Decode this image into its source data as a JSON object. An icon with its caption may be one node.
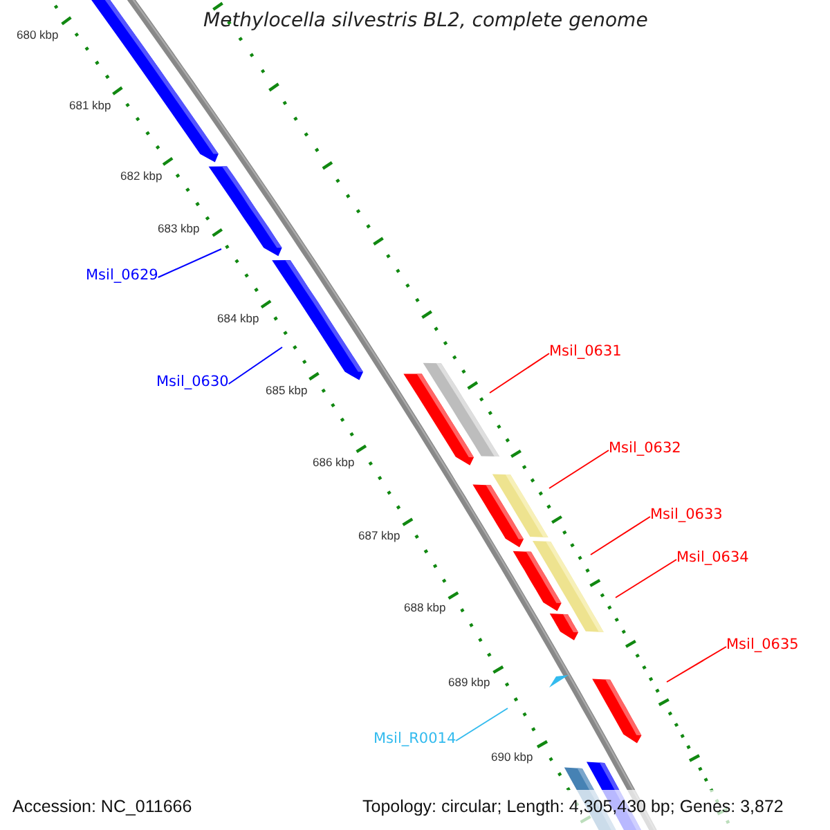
{
  "diagram": {
    "title": "Methylocella silvestris BL2, complete genome",
    "nodes": [
      {
        "text": [
          "Msil_0629"
        ]
      },
      {
        "text": [
          "Msil_0631"
        ]
      },
      {
        "text": [
          "Msil_0630"
        ]
      },
      {
        "text": [
          "Msil_0632"
        ]
      },
      {
        "text": [
          "Msil_0633"
        ]
      },
      {
        "text": [
          "Msil_0634"
        ]
      },
      {
        "text": [
          "Msil_0635"
        ]
      },
      {
        "text": [
          "Msil_R0014"
        ]
      }
    ],
    "edges": [
      {
        "from": 0,
        "to": null,
        "arrow": "none",
        "color": "#0000ff"
      },
      {
        "from": 1,
        "to": null,
        "arrow": "none"
      },
      {
        "from": 2,
        "to": null,
        "arrow": "none",
        "color": "#0000ff"
      },
      {
        "from": 3,
        "to": null,
        "arrow": "none"
      },
      {
        "from": 4,
        "to": null,
        "arrow": "none"
      },
      {
        "from": 5,
        "to": null,
        "arrow": "none"
      },
      {
        "from": 6,
        "to": null,
        "arrow": "none"
      },
      {
        "from": 7,
        "to": null,
        "arrow": "none",
        "color": "#33bbee"
      }
    ],
    "labels": [
      "680 kbp",
      "681 kbp",
      "682 kbp",
      "683 kbp",
      "684 kbp",
      "685 kbp",
      "686 kbp",
      "687 kbp",
      "688 kbp",
      "689 kbp",
      "690 kbp",
      "Accession: NC_011666",
      "Topology: circular; Length: 4,305,430 bp; Genes: 3,872"
    ]
  }
}
